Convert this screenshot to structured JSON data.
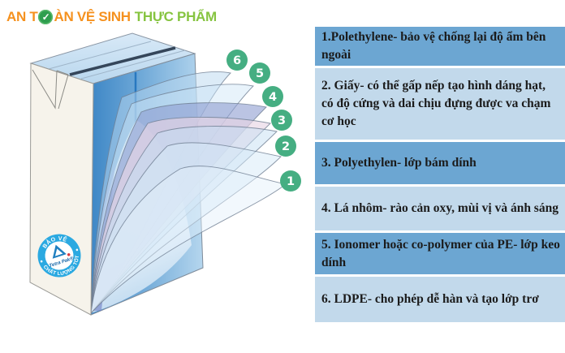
{
  "logo": {
    "part1": "AN T",
    "icon_glyph": "✓",
    "part2": "ÀN VỆ SINH",
    "part3": "THỰC PHẨM",
    "orange": "#F5911E",
    "green": "#86C440",
    "icon_green": "#2E9E4E"
  },
  "markers": {
    "color": "#45AE82",
    "items": [
      "6",
      "5",
      "4",
      "3",
      "2",
      "1"
    ]
  },
  "badge": {
    "top_text": "BẢO VỆ",
    "bottom_text": "CHẤT LƯỢNG TỐT",
    "brand": "Tetra Pak®",
    "ring_color": "#2BA9E1"
  },
  "panel": {
    "row_dark": "#6CA6D2",
    "row_light": "#C2D9EB",
    "rows": [
      {
        "tone": "dark",
        "text": "1.Polethylene- bảo vệ chống lại độ ẩm bên ngoài"
      },
      {
        "tone": "light",
        "text": "2. Giấy- có thể gấp nếp tạo hình dáng hạt, có độ cứng và dai chịu đựng được va chạm cơ học"
      },
      {
        "tone": "dark",
        "text": "3. Polyethylen- lớp bám dính"
      },
      {
        "tone": "light",
        "text": "4. Lá nhôm- rào cản oxy, mùi vị và ánh sáng"
      },
      {
        "tone": "dark",
        "text": "5. Ionomer hoặc co-polymer của PE- lớp keo dính"
      },
      {
        "tone": "light",
        "text": "6. LDPE- cho phép dễ hàn và tạo lớp trơ"
      }
    ]
  }
}
